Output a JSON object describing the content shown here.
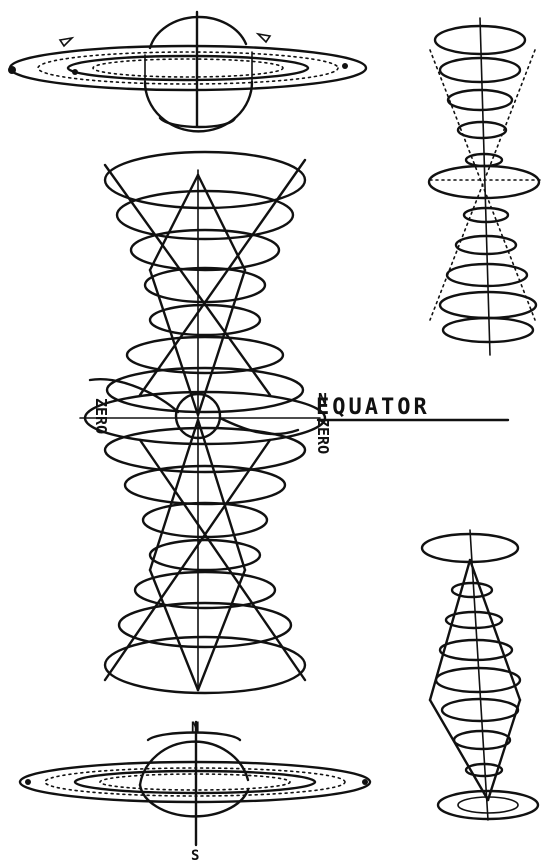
{
  "labels": {
    "equator": "EQUATOR",
    "zero_left": "ZERO",
    "zero_right": "ZERO",
    "north_pole": "N",
    "south_pole": "S",
    "equator_marker": "N"
  },
  "colors": {
    "ink": "#111111",
    "paper": "#ffffff"
  }
}
